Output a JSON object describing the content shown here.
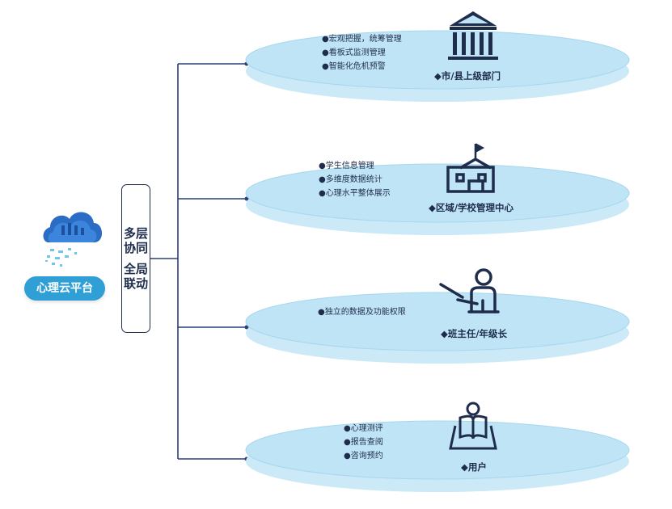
{
  "platform": {
    "label": "心理云平台"
  },
  "slogan": {
    "line1": "多层",
    "line2": "协同",
    "line3": "全局",
    "line4": "联动"
  },
  "levels": [
    {
      "name": "◆市/县上级部门",
      "icon": "government-building-icon",
      "items": [
        "●宏观把握，统筹管理",
        "●看板式监测管理",
        "●智能化危机预警"
      ]
    },
    {
      "name": "◆区域/学校管理中心",
      "icon": "school-building-icon",
      "items": [
        "●学生信息管理",
        "●多维度数据统计",
        "●心理水平整体展示"
      ]
    },
    {
      "name": "◆班主任/年级长",
      "icon": "teacher-pointer-icon",
      "items": [
        "●独立的数据及功能权限"
      ]
    },
    {
      "name": "◆用户",
      "icon": "reader-user-icon",
      "items": [
        "●心理测评",
        "●报告查阅",
        "●咨询预约"
      ]
    }
  ],
  "colors": {
    "ellipse": "#bfe4f5",
    "ellipse_edge": "#9fd3ee",
    "line": "#2b3f7a",
    "text": "#1f2d4d",
    "badge": "#2f9fd6",
    "cloud": "#2b6cc4"
  }
}
